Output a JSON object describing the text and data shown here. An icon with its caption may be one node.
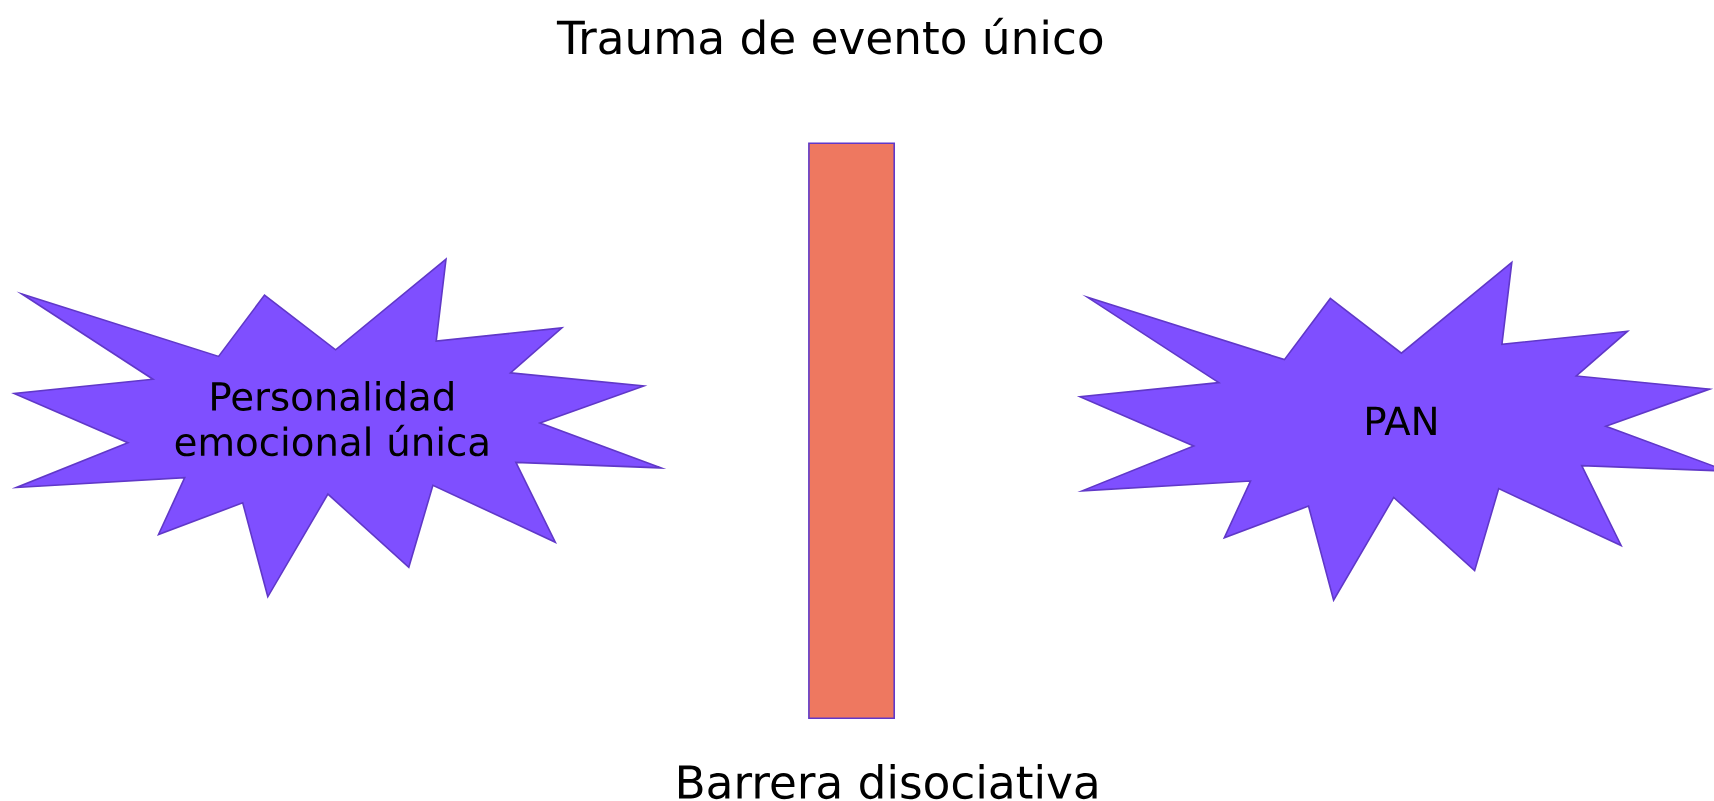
{
  "diagram": {
    "title": "Trauma de evento único",
    "nodes": [
      {
        "text": [
          "Personalidad emocional única"
        ]
      },
      {
        "text": [
          "Barrera disociativa"
        ]
      },
      {
        "text": [
          "PAN"
        ]
      }
    ]
  }
}
